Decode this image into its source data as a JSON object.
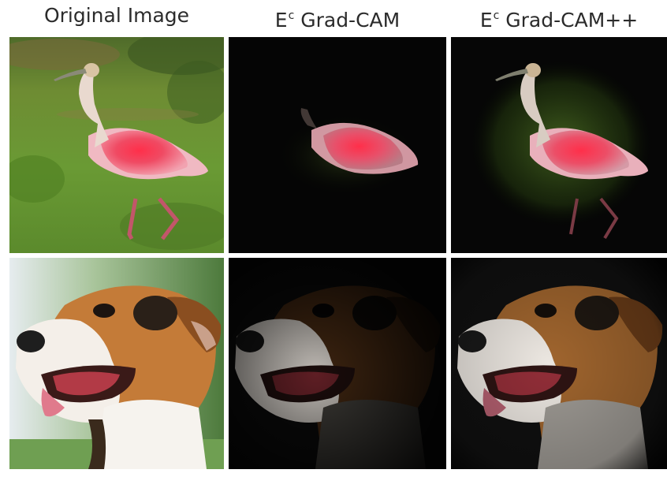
{
  "columns": [
    {
      "title": "Original Image"
    },
    {
      "prefix": "E",
      "sup": "c",
      "title": "Grad-CAM"
    },
    {
      "prefix": "E",
      "sup": "c",
      "title": "Grad-CAM++"
    }
  ],
  "rows": [
    {
      "subject": "spoonbill"
    },
    {
      "subject": "dog"
    }
  ]
}
